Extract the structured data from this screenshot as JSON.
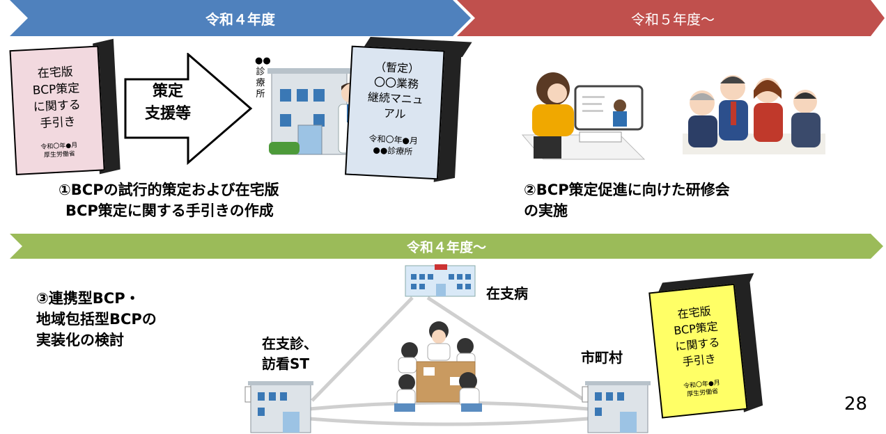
{
  "timeline": {
    "fy2022": "令和４年度",
    "fy2023": "令和５年度～",
    "fy2022_onward": "令和４年度～"
  },
  "colors": {
    "blue_bar": "#4f81bd",
    "red_bar": "#c0504d",
    "green_bar": "#9bbb59"
  },
  "handbook_pink": {
    "title_lines": [
      "在宅版",
      "BCP策定",
      "に関する",
      "手引き"
    ],
    "date": "令和〇年●月",
    "issuer": "厚生労働省"
  },
  "arrow_label": [
    "策定",
    "支援等"
  ],
  "clinic_sign": "●●診療所",
  "manual_blue": {
    "title_lines": [
      "（暫定）",
      "〇〇業務",
      "継続マニュ",
      "アル"
    ],
    "date": "令和〇年●月",
    "issuer": "●●診療所"
  },
  "step1": [
    "①BCPの試行的策定および在宅版",
    "BCP策定に関する手引きの作成"
  ],
  "step2": [
    "②BCP策定促進に向けた研修会",
    "の実施"
  ],
  "step3": [
    "③連携型BCP・",
    "地域包括型BCPの",
    "実装化の検討"
  ],
  "nodes": {
    "hospital": "在支病",
    "clinic": [
      "在支診、",
      "訪看ST"
    ],
    "municipality": "市町村"
  },
  "handbook_yellow": {
    "title_lines": [
      "在宅版",
      "BCP策定",
      "に関する",
      "手引き"
    ],
    "date": "令和〇年●月",
    "issuer": "厚生労働省"
  },
  "page_number": "28"
}
